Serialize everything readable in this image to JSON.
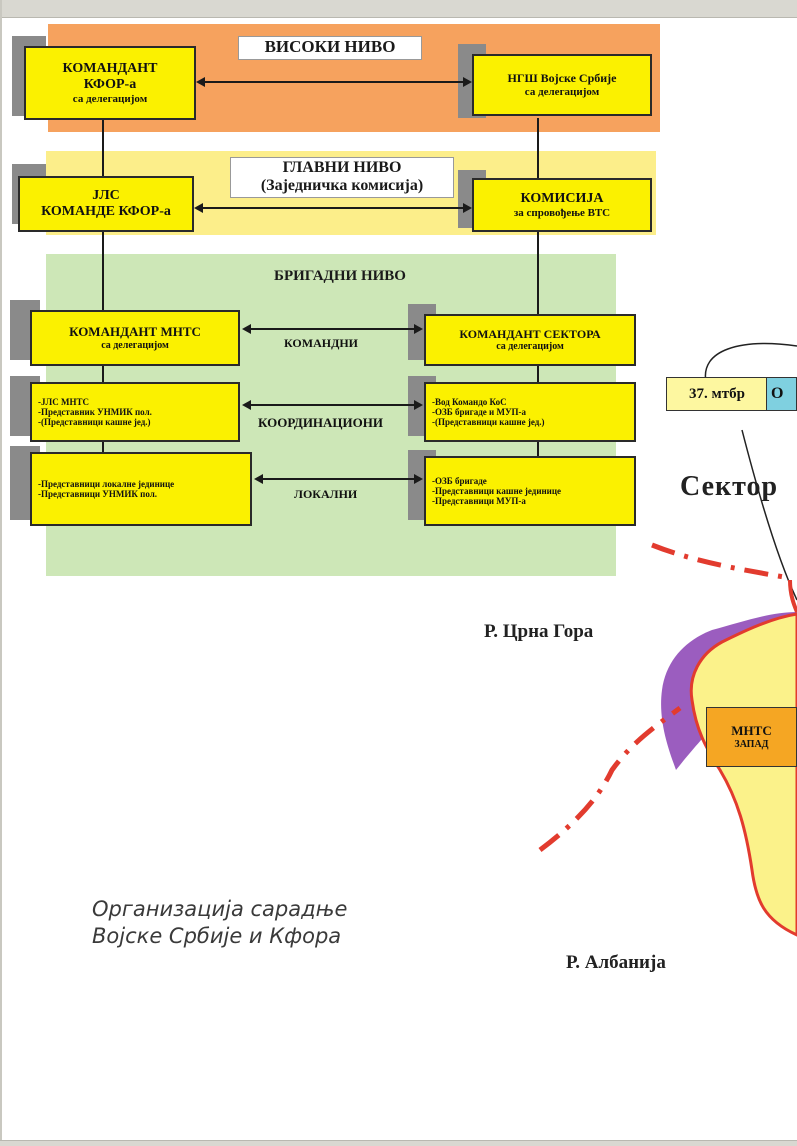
{
  "levels": {
    "high": "ВИСОКИ НИВО",
    "main_line1": "ГЛАВНИ НИВО",
    "main_line2": "(Заједничка комисија)",
    "brigade": "БРИГАДНИ НИВО"
  },
  "boxes": {
    "kfor_commander": [
      "КОМАНДАНТ",
      "КФОР-а",
      "са делегацијом"
    ],
    "ngs_army": [
      "НГШ Војске Србије",
      "са делегацијом"
    ],
    "jcs_kfor": [
      "ЈЛС",
      "КОМАНДЕ КФОР-а"
    ],
    "commission": [
      "КОМИСИЈА",
      "за спровођење ВТС"
    ],
    "mnts_commander": [
      "КОМАНДАНТ МНТС",
      "са делегацијом"
    ],
    "sector_commander": [
      "КОМАНДАНТ СЕКТОРА",
      "са делегацијом"
    ],
    "mnts_coord": [
      "-ЈЛС МНТС",
      "-Представник УНМИК пол.",
      "-(Представници кашне јед.)"
    ],
    "sector_coord": [
      "-Вод Командо КоС",
      "-ОЗБ бригаде и МУП-а",
      "-(Представници кашне јед.)"
    ],
    "mnts_local": [
      "-Представници локалне јединице",
      "-Представници УНМИК пол."
    ],
    "sector_local": [
      "-ОЗБ бригаде",
      "-Представници кашне јединице",
      "-Представници МУП-а"
    ]
  },
  "connectors": {
    "command": "КОМАНДНИ",
    "coordination": "КООРДИНАЦИОНИ",
    "local": "ЛОКАЛНИ"
  },
  "map": {
    "brigade_label": "37. мтбр",
    "cut_box_label": "О",
    "sector_text": "Сектор",
    "montenegro": "Р. Црна Гора",
    "albania": "Р. Албанија",
    "mnts_line1": "МНТС",
    "mnts_line2": "ЗАПАД",
    "colors": {
      "territory": "#fbf28a",
      "border_red": "#e23b2e",
      "purple_zone": "#9b5dbf",
      "mnts_box": "#f5a623",
      "cyan_box": "#7fd0e0"
    }
  },
  "caption": {
    "line1": "Организација сарадње",
    "line2": "Војске Србије и Кфора"
  }
}
